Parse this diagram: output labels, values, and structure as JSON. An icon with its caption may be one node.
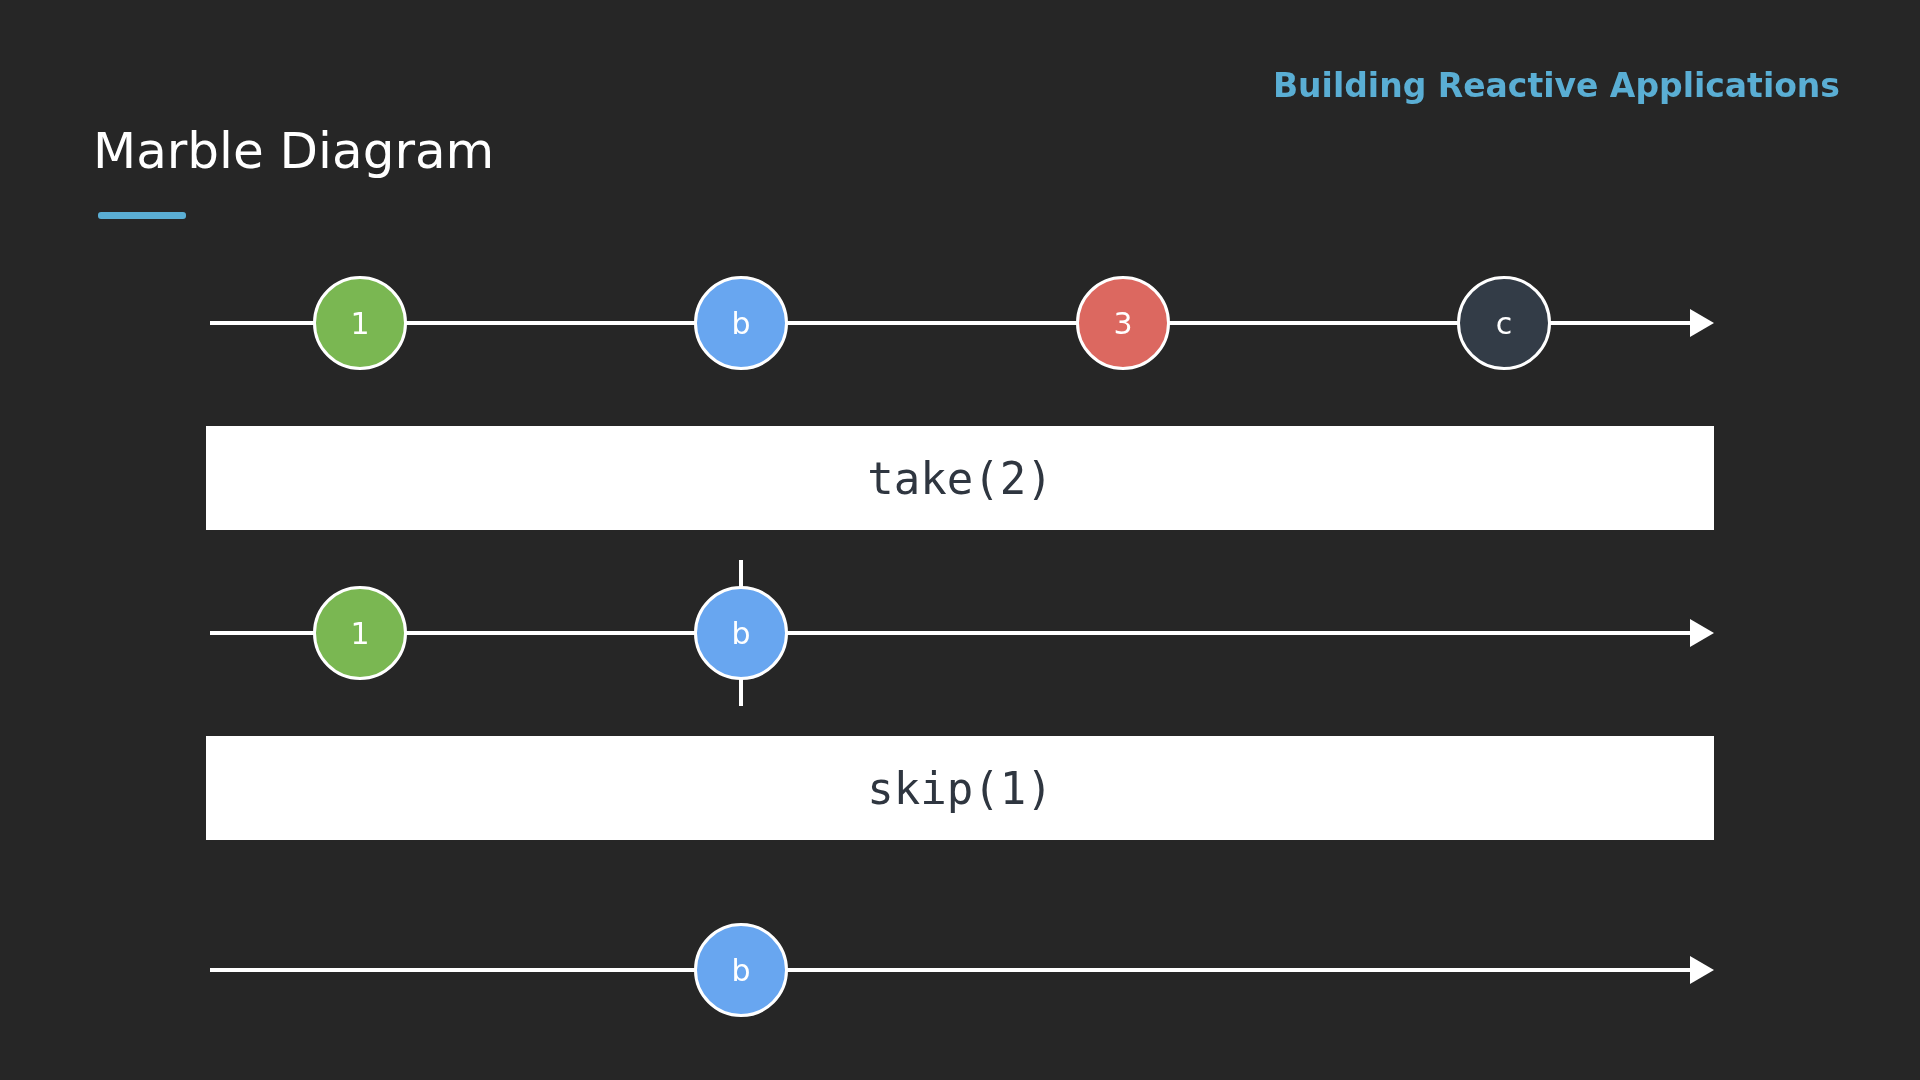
{
  "diagram": {
    "title": "Marble Diagram",
    "nodes": [
      {
        "text": [
          "1"
        ]
      },
      {
        "text": [
          "b"
        ]
      },
      {
        "text": [
          "3"
        ]
      },
      {
        "text": [
          "c"
        ]
      },
      {
        "text": [
          "take(2)"
        ]
      },
      {
        "text": [
          "1"
        ]
      },
      {
        "text": [
          "b"
        ]
      },
      {
        "text": [
          "skip(1)"
        ]
      },
      {
        "text": [
          "b"
        ]
      }
    ],
    "labels": [
      "Building Reactive Applications"
    ]
  }
}
